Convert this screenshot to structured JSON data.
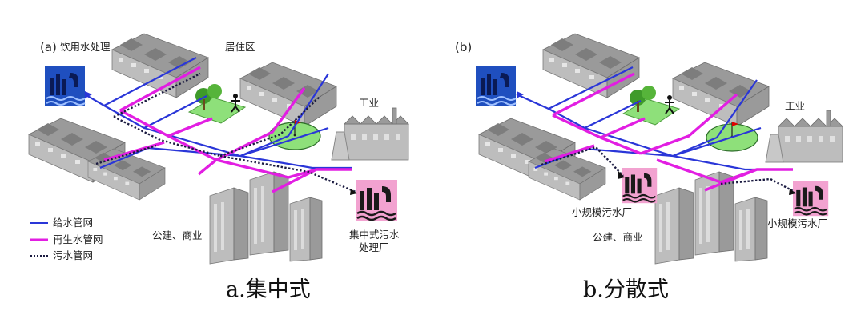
{
  "panel_a": {
    "tag": "(a)",
    "caption": "a.集中式",
    "labels": {
      "drinking_water_treatment": "饮用水处理",
      "residential": "居住区",
      "industry": "工业",
      "public_commercial": "公建、商业",
      "central_wwtp_line1": "集中式污水",
      "central_wwtp_line2": "处理厂"
    },
    "legend": [
      {
        "label": "给水管网",
        "color": "#2a36d8",
        "style": "solid"
      },
      {
        "label": "再生水管网",
        "color": "#e21ee2",
        "style": "solid"
      },
      {
        "label": "污水管网",
        "color": "#1a1a40",
        "style": "dotted"
      }
    ]
  },
  "panel_b": {
    "tag": "(b)",
    "caption": "b.分散式",
    "labels": {
      "industry": "工业",
      "small_wwtp_left": "小规模污水厂",
      "public_commercial": "公建、商业",
      "small_wwtp_right": "小规模污水厂"
    }
  },
  "colors": {
    "supply_pipe": "#2a36d8",
    "reclaimed_pipe": "#e21ee2",
    "sewer_pipe": "#1a1a40",
    "drinking_plant_bg": "#1f4fbf",
    "wwtp_bg": "#f2a2d0",
    "park_green": "#8ee07a"
  },
  "icons": [
    "drinking-water-plant-icon",
    "wastewater-plant-icon",
    "tree-icon",
    "person-icon",
    "golf-flag-icon",
    "factory-icon"
  ]
}
